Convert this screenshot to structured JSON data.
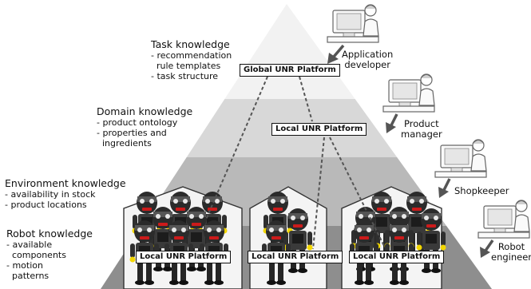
{
  "layers": [
    {
      "title": "Task knowledge",
      "items": [
        "- recommendation",
        "  rule templates",
        "- task structure"
      ]
    },
    {
      "title": "Domain knowledge",
      "items": [
        "- product ontology",
        "- properties and",
        "  ingredients"
      ]
    },
    {
      "title": "Environment knowledge",
      "items": [
        "- availability in stock",
        "- product locations"
      ]
    },
    {
      "title": "Robot knowledge",
      "items": [
        "- available",
        "  components",
        "- motion",
        "  patterns"
      ]
    }
  ],
  "roles": [
    {
      "lines": [
        "Application",
        "developer"
      ]
    },
    {
      "lines": [
        "Product",
        "manager"
      ]
    },
    {
      "lines": [
        "Shopkeeper"
      ]
    },
    {
      "lines": [
        "Robot",
        "engineer"
      ]
    }
  ],
  "platforms": {
    "global": "Global UNR Platform",
    "local_top": "Local UNR Platform",
    "local_1": "Local UNR Platform",
    "local_2": "Local UNR Platform",
    "local_3": "Local UNR Platform"
  },
  "colors": {
    "task_layer": "#f2f2f2",
    "domain_layer": "#d8d8d8",
    "environment_layer": "#b9b9b9",
    "robot_layer": "#8e8e8e"
  }
}
